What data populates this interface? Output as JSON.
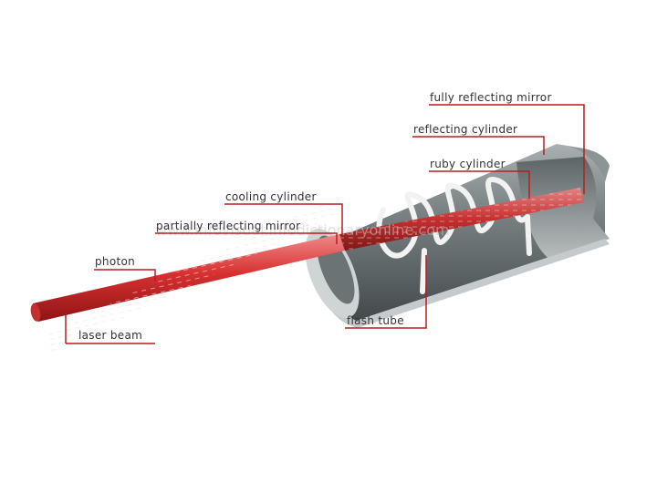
{
  "labels": {
    "fully_reflecting_mirror": "fully reflecting mirror",
    "reflecting_cylinder": "reflecting cylinder",
    "ruby_cylinder": "ruby cylinder",
    "cooling_cylinder": "cooling cylinder",
    "partially_reflecting_mirror": "partially reflecting mirror",
    "photon": "photon",
    "laser_beam": "laser beam",
    "flash_tube": "flash tube"
  },
  "watermark": "www.infovisual.infodictionaryonline.com",
  "colors": {
    "leader_line": "#b51f1f",
    "beam": "#d83a3a",
    "cylinder": "#7b8283"
  }
}
